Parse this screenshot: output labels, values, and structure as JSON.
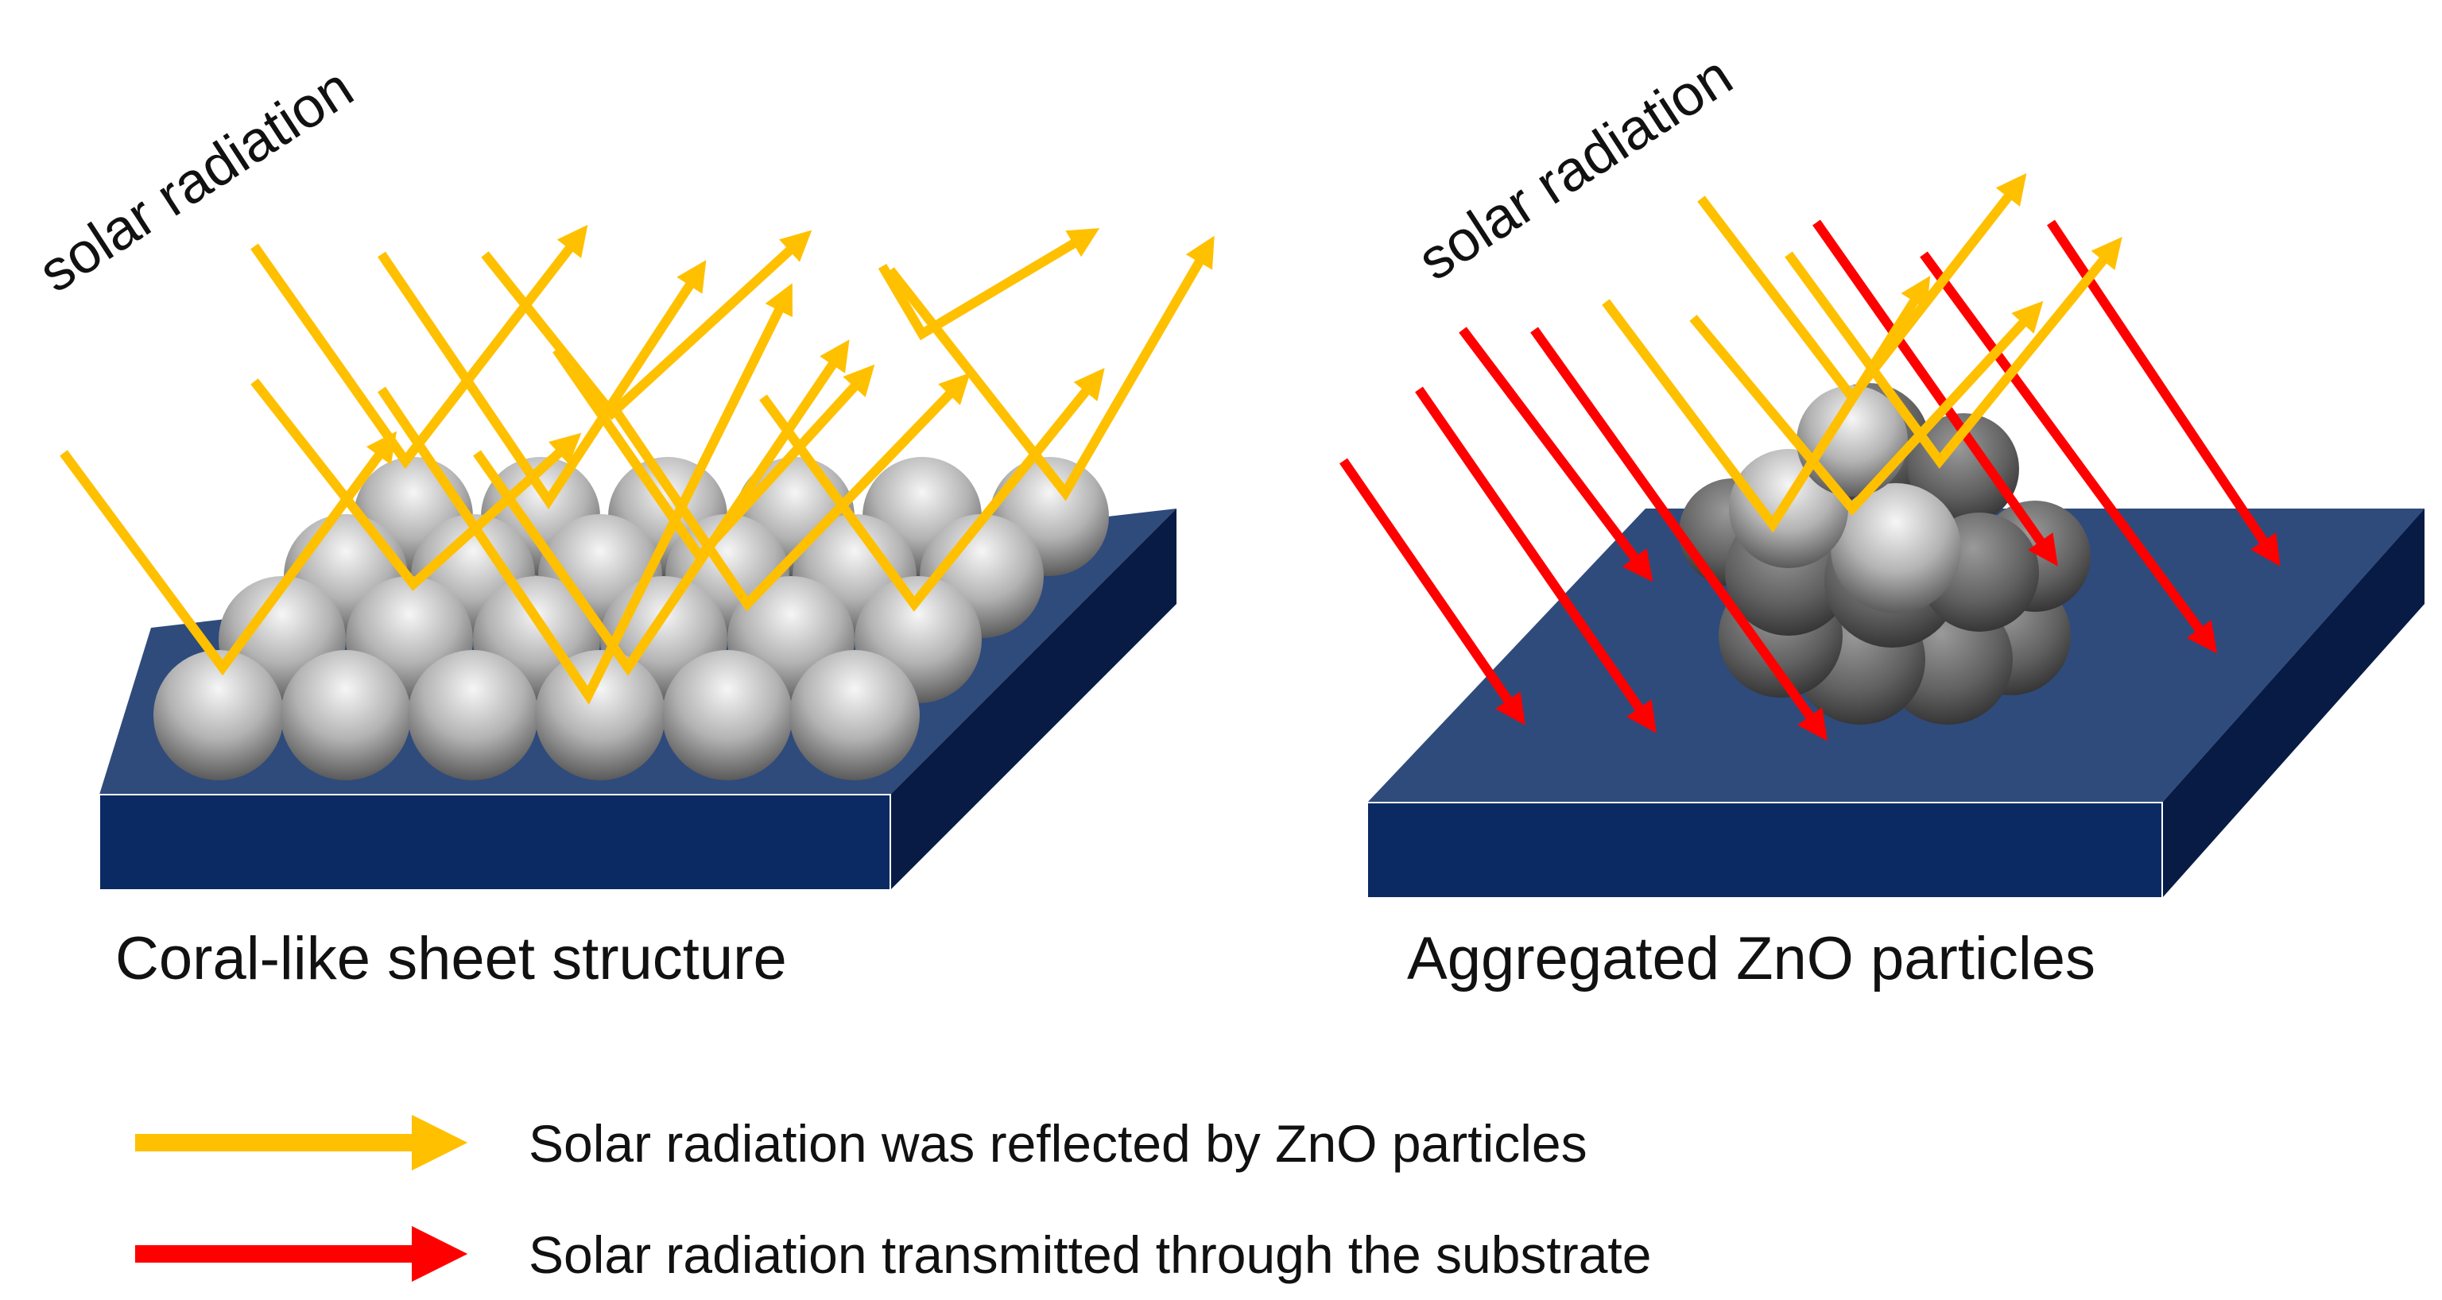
{
  "left_panel": {
    "label": "solar radiation",
    "caption": "Coral-like sheet structure"
  },
  "right_panel": {
    "label": "solar radiation",
    "caption": "Aggregated ZnO particles"
  },
  "legend": {
    "reflected": "Solar radiation was reflected by ZnO particles",
    "transmitted": "Solar radiation transmitted through the substrate"
  },
  "colors": {
    "reflected_arrow": "#FFC000",
    "transmitted_arrow": "#FF0000",
    "substrate_top": "#2F4B7C",
    "substrate_front": "#0B2A63",
    "substrate_side": "#071B45",
    "particle_light": "#f2f2f2",
    "particle_dark": "#595959"
  }
}
